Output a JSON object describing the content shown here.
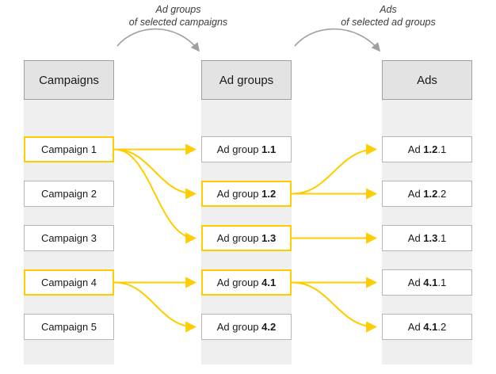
{
  "annotations": {
    "left": {
      "line1": "Ad groups",
      "line2": "of selected campaigns"
    },
    "right": {
      "line1": "Ads",
      "line2": "of selected ad groups"
    }
  },
  "columns": {
    "campaigns": {
      "header": "Campaigns",
      "items": [
        {
          "label": "Campaign 1",
          "highlighted": true
        },
        {
          "label": "Campaign 2",
          "highlighted": false
        },
        {
          "label": "Campaign 3",
          "highlighted": false
        },
        {
          "label": "Campaign 4",
          "highlighted": true
        },
        {
          "label": "Campaign 5",
          "highlighted": false
        }
      ]
    },
    "adgroups": {
      "header": "Ad groups",
      "items": [
        {
          "pre": "Ad group ",
          "bold": "1.1",
          "post": "",
          "highlighted": false
        },
        {
          "pre": "Ad group ",
          "bold": "1.2",
          "post": "",
          "highlighted": true
        },
        {
          "pre": "Ad group ",
          "bold": "1.3",
          "post": "",
          "highlighted": true
        },
        {
          "pre": "Ad group ",
          "bold": "4.1",
          "post": "",
          "highlighted": true
        },
        {
          "pre": "Ad group ",
          "bold": "4.2",
          "post": "",
          "highlighted": false
        }
      ]
    },
    "ads": {
      "header": "Ads",
      "items": [
        {
          "pre": "Ad ",
          "bold": "1.2",
          "post": ".1",
          "highlighted": false
        },
        {
          "pre": "Ad ",
          "bold": "1.2",
          "post": ".2",
          "highlighted": false
        },
        {
          "pre": "Ad ",
          "bold": "1.3",
          "post": ".1",
          "highlighted": false
        },
        {
          "pre": "Ad ",
          "bold": "4.1",
          "post": ".1",
          "highlighted": false
        },
        {
          "pre": "Ad ",
          "bold": "4.1",
          "post": ".2",
          "highlighted": false
        }
      ]
    }
  },
  "connections": [
    {
      "from": "row-campaign-1",
      "to": "row-ad-group-1-1"
    },
    {
      "from": "row-campaign-1",
      "to": "row-ad-group-1-2"
    },
    {
      "from": "row-campaign-1",
      "to": "row-ad-group-1-3"
    },
    {
      "from": "row-campaign-4",
      "to": "row-ad-group-4-1"
    },
    {
      "from": "row-campaign-4",
      "to": "row-ad-group-4-2"
    },
    {
      "from": "row-ad-group-1-2",
      "to": "row-ad-1-2-1"
    },
    {
      "from": "row-ad-group-1-2",
      "to": "row-ad-1-2-2"
    },
    {
      "from": "row-ad-group-1-3",
      "to": "row-ad-1-3-1"
    },
    {
      "from": "row-ad-group-4-1",
      "to": "row-ad-4-1-1"
    },
    {
      "from": "row-ad-group-4-1",
      "to": "row-ad-4-1-2"
    }
  ],
  "colors": {
    "highlight": "#ffcc00",
    "band": "#efefef",
    "header_fill": "#e3e3e3",
    "border_dark": "#9f9f9f",
    "border_gray": "#b5b5b5",
    "arrow_gray": "#a0a0a0"
  }
}
